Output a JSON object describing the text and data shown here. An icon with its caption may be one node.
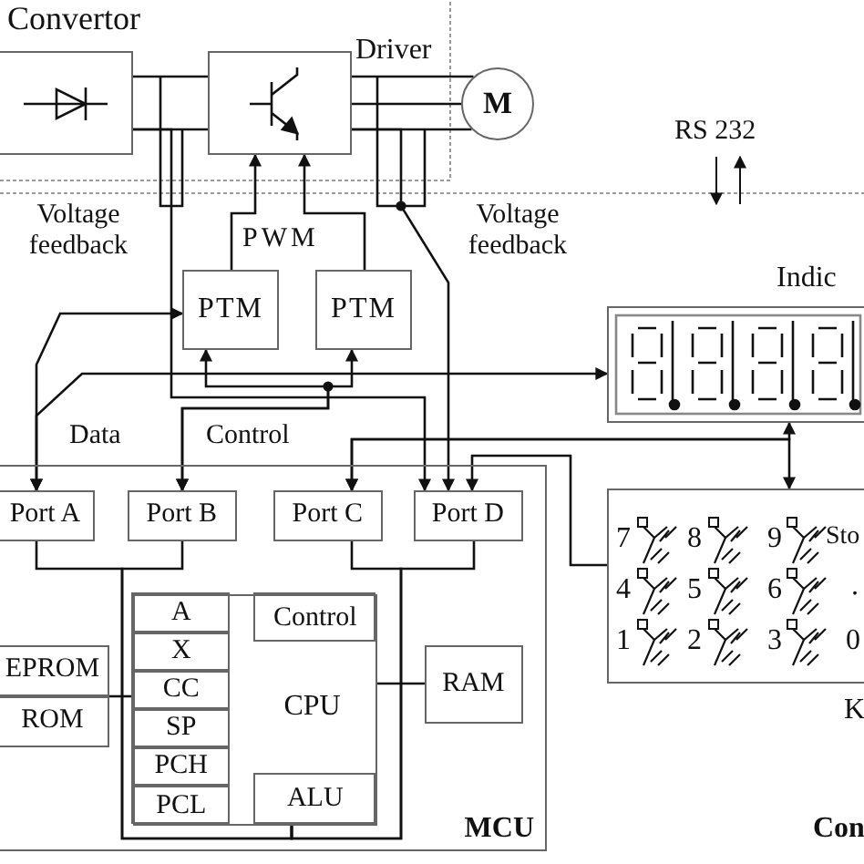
{
  "diagram": {
    "nodes": [
      {
        "text": [
          "Convertor"
        ]
      },
      {
        "text": [
          "Driver"
        ]
      },
      {
        "text": [
          "M"
        ]
      },
      {
        "text": [
          "PTM"
        ]
      },
      {
        "text": [
          "PTM"
        ]
      },
      {
        "text": [
          "Indic"
        ]
      },
      {
        "text": [
          "K"
        ]
      },
      {
        "text": [
          "MCU"
        ]
      },
      {
        "text": [
          "Port A"
        ],
        "in": 7
      },
      {
        "text": [
          "Port B"
        ],
        "in": 7
      },
      {
        "text": [
          "Port C"
        ],
        "in": 7
      },
      {
        "text": [
          "Port D"
        ],
        "in": 7
      },
      {
        "text": [
          "CPU"
        ],
        "in": 7
      },
      {
        "text": [
          "A"
        ],
        "in": 12
      },
      {
        "text": [
          "X"
        ],
        "in": 12
      },
      {
        "text": [
          "CC"
        ],
        "in": 12
      },
      {
        "text": [
          "SP"
        ],
        "in": 12
      },
      {
        "text": [
          "PCH"
        ],
        "in": 12
      },
      {
        "text": [
          "PCL"
        ],
        "in": 12
      },
      {
        "text": [
          "Control"
        ],
        "in": 12
      },
      {
        "text": [
          "ALU"
        ],
        "in": 12
      },
      {
        "text": [
          "EPROM"
        ],
        "in": 7
      },
      {
        "text": [
          "ROM"
        ],
        "in": 7
      },
      {
        "text": [
          "RAM"
        ],
        "in": 7
      }
    ],
    "edges": [
      {
        "from": 0,
        "to": 1,
        "arrow": "none"
      },
      {
        "from": 0,
        "to": 1,
        "arrow": "none"
      },
      {
        "from": 1,
        "to": 2,
        "arrow": "none"
      },
      {
        "from": 1,
        "to": 2,
        "arrow": "none"
      },
      {
        "from": 1,
        "to": 2,
        "arrow": "none"
      },
      {
        "from": 0,
        "to": 11,
        "arrow": "to"
      },
      {
        "from": 1,
        "to": 11,
        "arrow": "to"
      },
      {
        "from": 3,
        "to": 1,
        "arrow": "to"
      },
      {
        "from": 4,
        "to": 1,
        "arrow": "to"
      },
      {
        "from": 8,
        "to": 3,
        "arrow": "both"
      },
      {
        "from": 8,
        "to": 5,
        "arrow": "both"
      },
      {
        "from": 9,
        "to": 3,
        "arrow": "both"
      },
      {
        "from": 9,
        "to": 4,
        "arrow": "both"
      },
      {
        "from": 10,
        "to": 5,
        "arrow": "both"
      },
      {
        "from": 10,
        "to": 6,
        "arrow": "both"
      },
      {
        "from": 6,
        "to": 11,
        "arrow": "to"
      },
      {
        "from": 8,
        "to": 12,
        "arrow": "none"
      },
      {
        "from": 9,
        "to": 12,
        "arrow": "none"
      },
      {
        "from": 10,
        "to": 12,
        "arrow": "none"
      },
      {
        "from": 11,
        "to": 12,
        "arrow": "none"
      },
      {
        "from": 21,
        "to": 12,
        "arrow": "none"
      },
      {
        "from": 23,
        "to": 12,
        "arrow": "none"
      }
    ],
    "labels": [
      "Voltage feedback",
      "PWM",
      "Voltage feedback",
      "RS 232",
      "Data",
      "Control",
      "7",
      "8",
      "9",
      "Sto",
      "4",
      "5",
      "6",
      ".",
      "1",
      "2",
      "3",
      "0",
      "Con"
    ]
  }
}
